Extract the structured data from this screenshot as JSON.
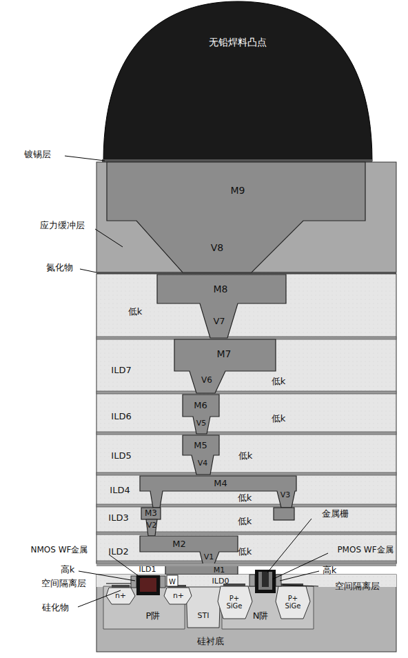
{
  "diagram": {
    "labels": [
      "无铅焊料凸点",
      "镀锡层",
      "M9",
      "应力缓冲层",
      "V8",
      "氮化物",
      "M8",
      "低k",
      "V7",
      "M7",
      "ILD7",
      "V6",
      "低k",
      "M6",
      "ILD6",
      "V5",
      "低k",
      "M5",
      "ILD5",
      "V4",
      "低k",
      "M4",
      "ILD4",
      "低k",
      "V3",
      "M3",
      "ILD3",
      "V2",
      "低k",
      "ILD2",
      "M2",
      "低k",
      "V1",
      "金属栅",
      "NMOS WF金属",
      "PMOS WF金属",
      "高k",
      "ILD1",
      "M1",
      "ILD0",
      "空间隔离层",
      "硅化物",
      "W",
      "n+",
      "n+",
      "P阱",
      "STI",
      "P+ SiGe",
      "N阱",
      "P+ SiGe",
      "高k",
      "空间隔离层",
      "硅衬底"
    ]
  }
}
